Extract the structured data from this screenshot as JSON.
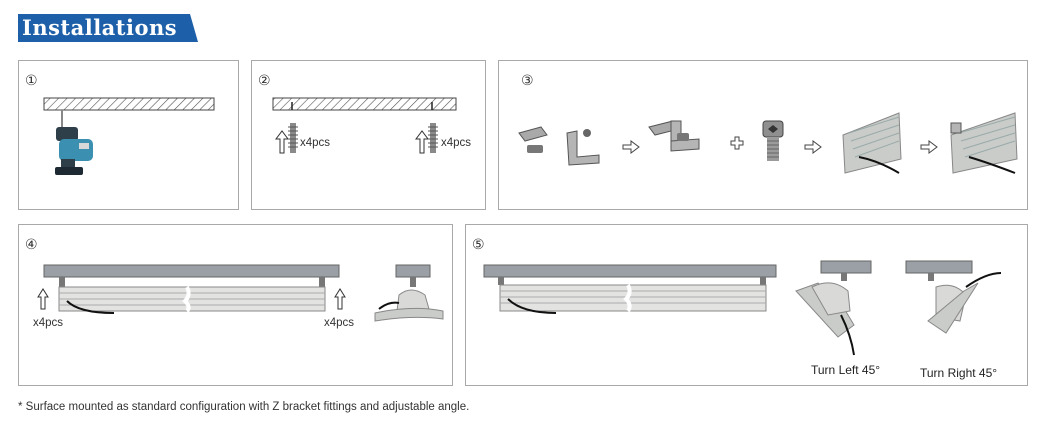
{
  "title": "Installations",
  "colors": {
    "title_bg": "#1d5fa8",
    "panel_border": "#a9a9a9",
    "fixture_grey": "#9aa0a6"
  },
  "steps": {
    "s1": {
      "number": "①"
    },
    "s2": {
      "number": "②",
      "qty_left": "x4pcs",
      "qty_right": "x4pcs"
    },
    "s3": {
      "number": "③"
    },
    "s4": {
      "number": "④",
      "qty_left": "x4pcs",
      "qty_right": "x4pcs"
    },
    "s5": {
      "number": "⑤",
      "turn_left": "Turn Left 45°",
      "turn_right": "Turn Right 45°"
    }
  },
  "footnote": "* Surface mounted as standard configuration with Z bracket fittings and adjustable angle.",
  "icons": [
    "drill-icon",
    "screw-anchor-icon",
    "arrow-up-icon",
    "z-bracket-icon",
    "plus-icon",
    "arrow-right-icon",
    "hex-bolt-icon",
    "fixture-icon"
  ]
}
